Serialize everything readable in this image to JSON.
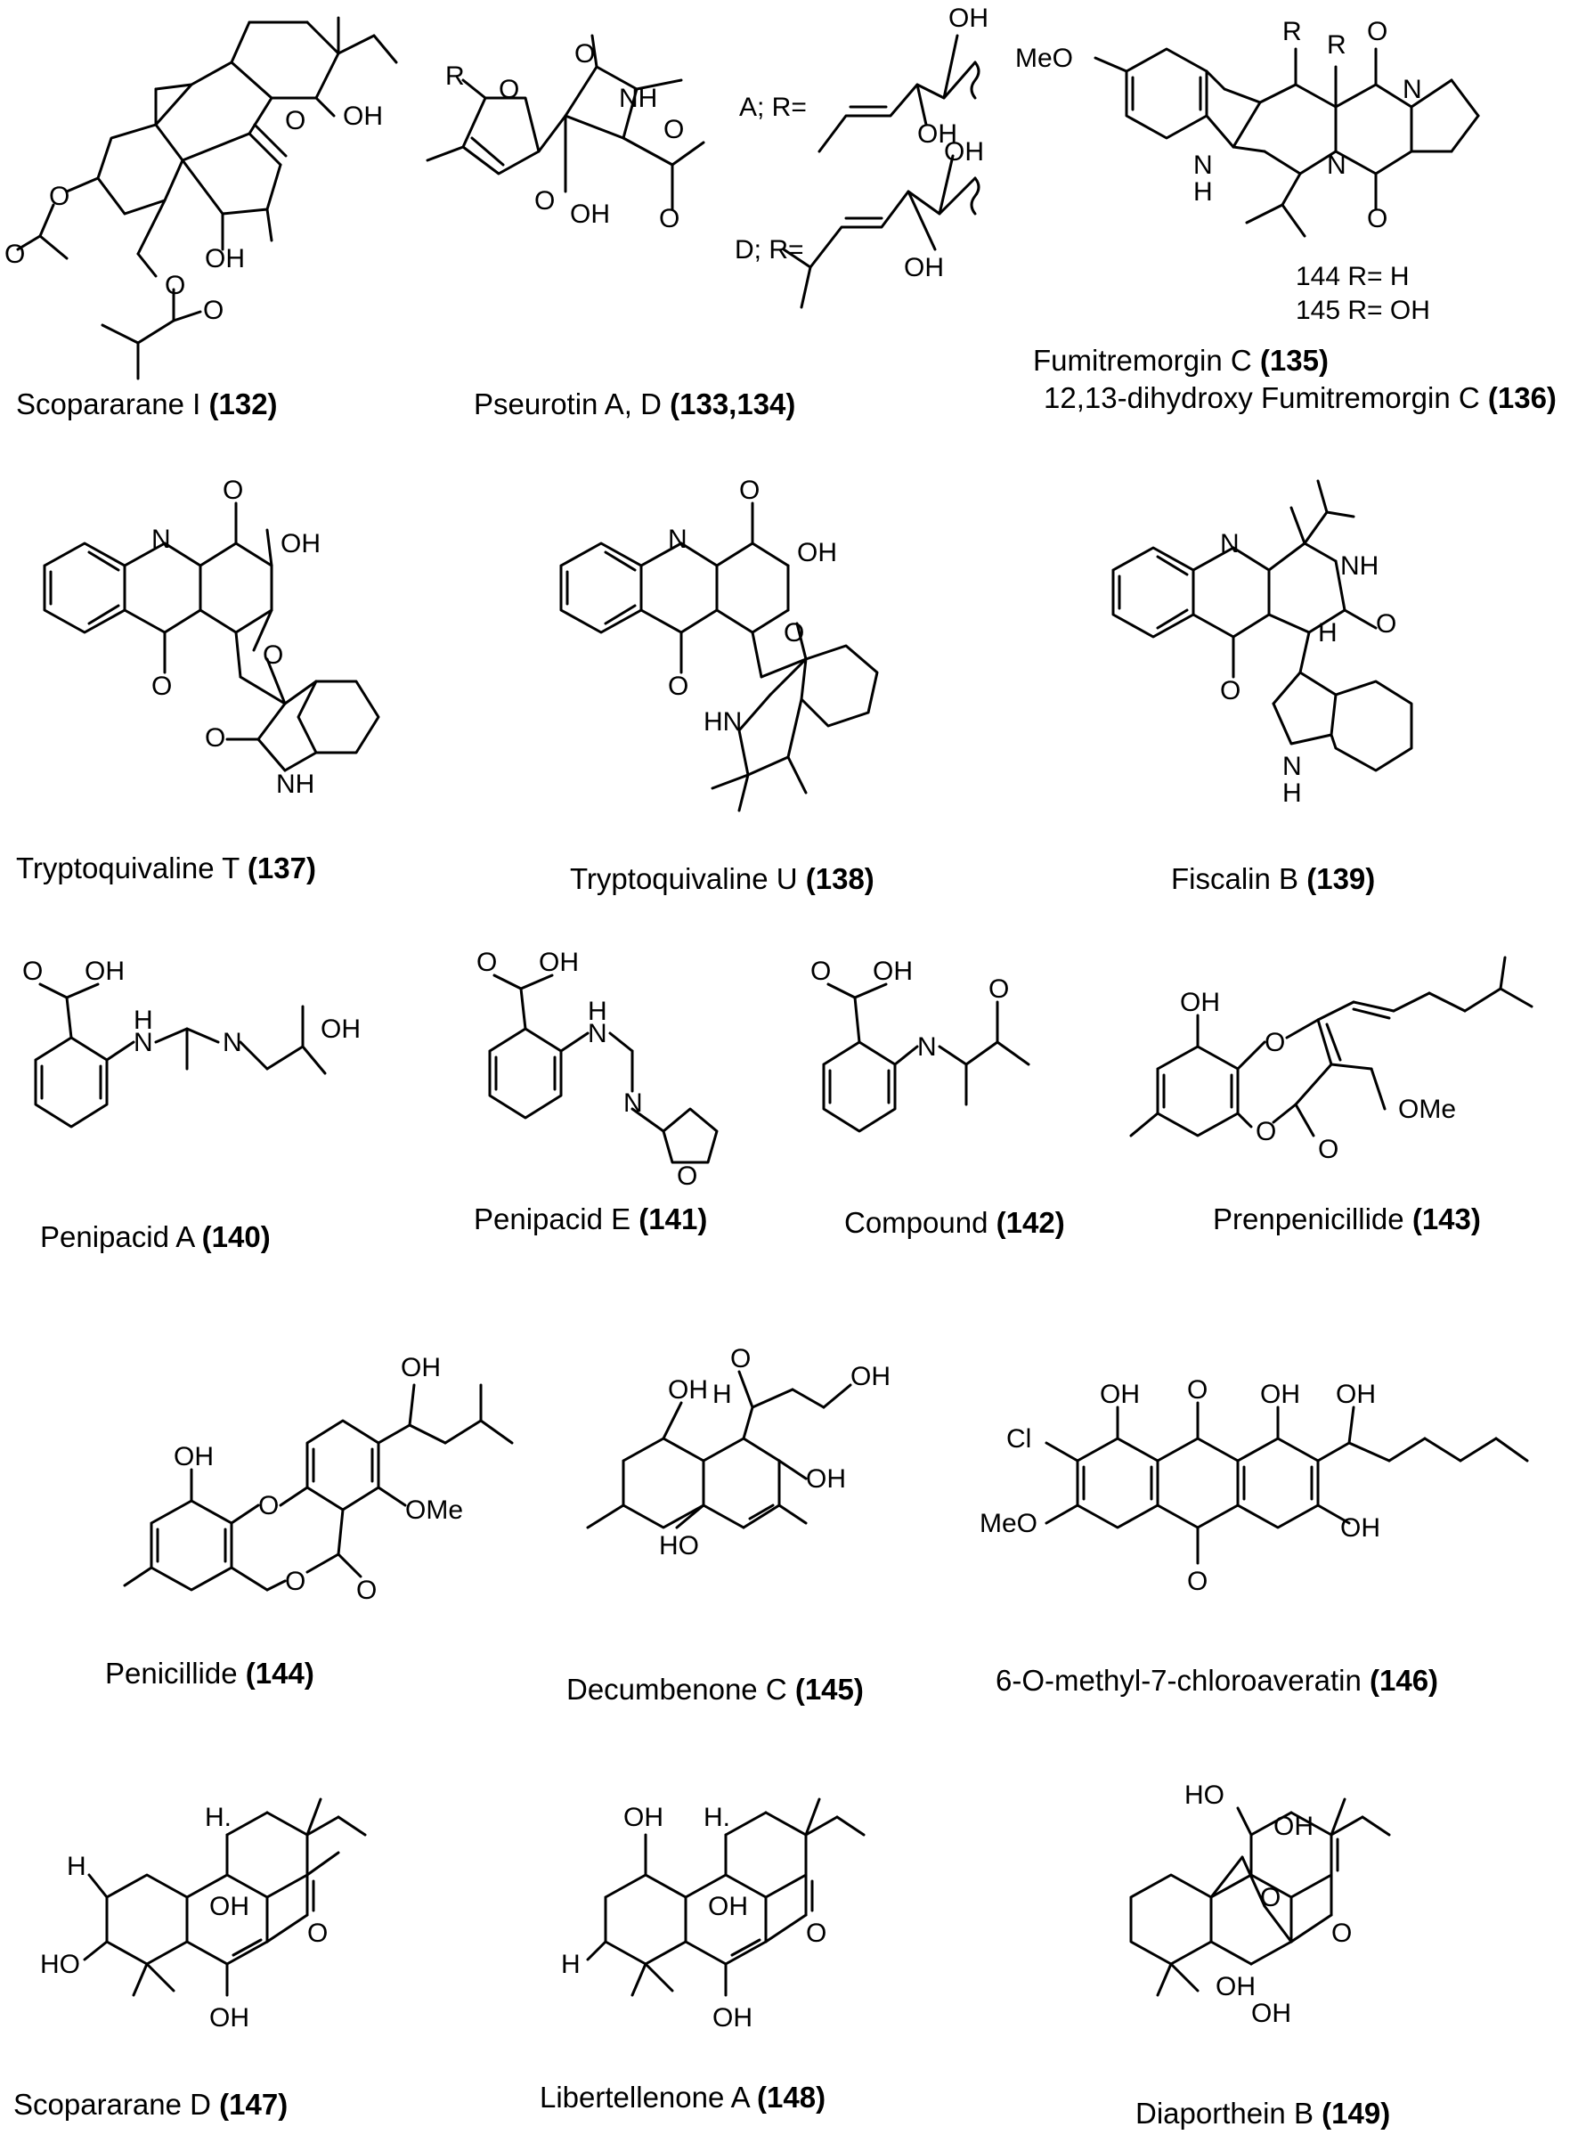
{
  "compounds": [
    {
      "name": "Scopararane I",
      "number": "132"
    },
    {
      "name": "Pseurotin A, D",
      "number": "133,134"
    },
    {
      "name": "Fumitremorgin C",
      "number": "135"
    },
    {
      "name": "12,13-dihydroxy Fumitremorgin C",
      "number": "136"
    },
    {
      "name": "Tryptoquivaline T",
      "number": "137"
    },
    {
      "name": "Tryptoquivaline U",
      "number": "138"
    },
    {
      "name": "Fiscalin B",
      "number": "139"
    },
    {
      "name": "Penipacid A",
      "number": "140"
    },
    {
      "name": "Penipacid E",
      "number": "141"
    },
    {
      "name": "Compound",
      "number": "142"
    },
    {
      "name": "Prenpenicillide",
      "number": "143"
    },
    {
      "name": "Penicillide",
      "number": "144"
    },
    {
      "name": "Decumbenone C",
      "number": "145"
    },
    {
      "name": "6-O-methyl-7-chloroaveratin",
      "number": "146"
    },
    {
      "name": "Scopararane D",
      "number": "147"
    },
    {
      "name": "Libertellenone A",
      "number": "148"
    },
    {
      "name": "Diaporthein B",
      "number": "149"
    }
  ],
  "substituent_notes": {
    "pseurotin_a": "A; R=",
    "pseurotin_d": "D; R=",
    "fumitremorgin_144": "144 R= H",
    "fumitremorgin_145": "145 R= OH"
  },
  "atom_labels": {
    "OH": "OH",
    "O": "O",
    "H": "H",
    "R": "R",
    "N": "N",
    "NH": "NH",
    "HN": "HN",
    "MeO": "MeO",
    "OMe": "OMe",
    "Cl": "Cl",
    "HO": "HO"
  }
}
